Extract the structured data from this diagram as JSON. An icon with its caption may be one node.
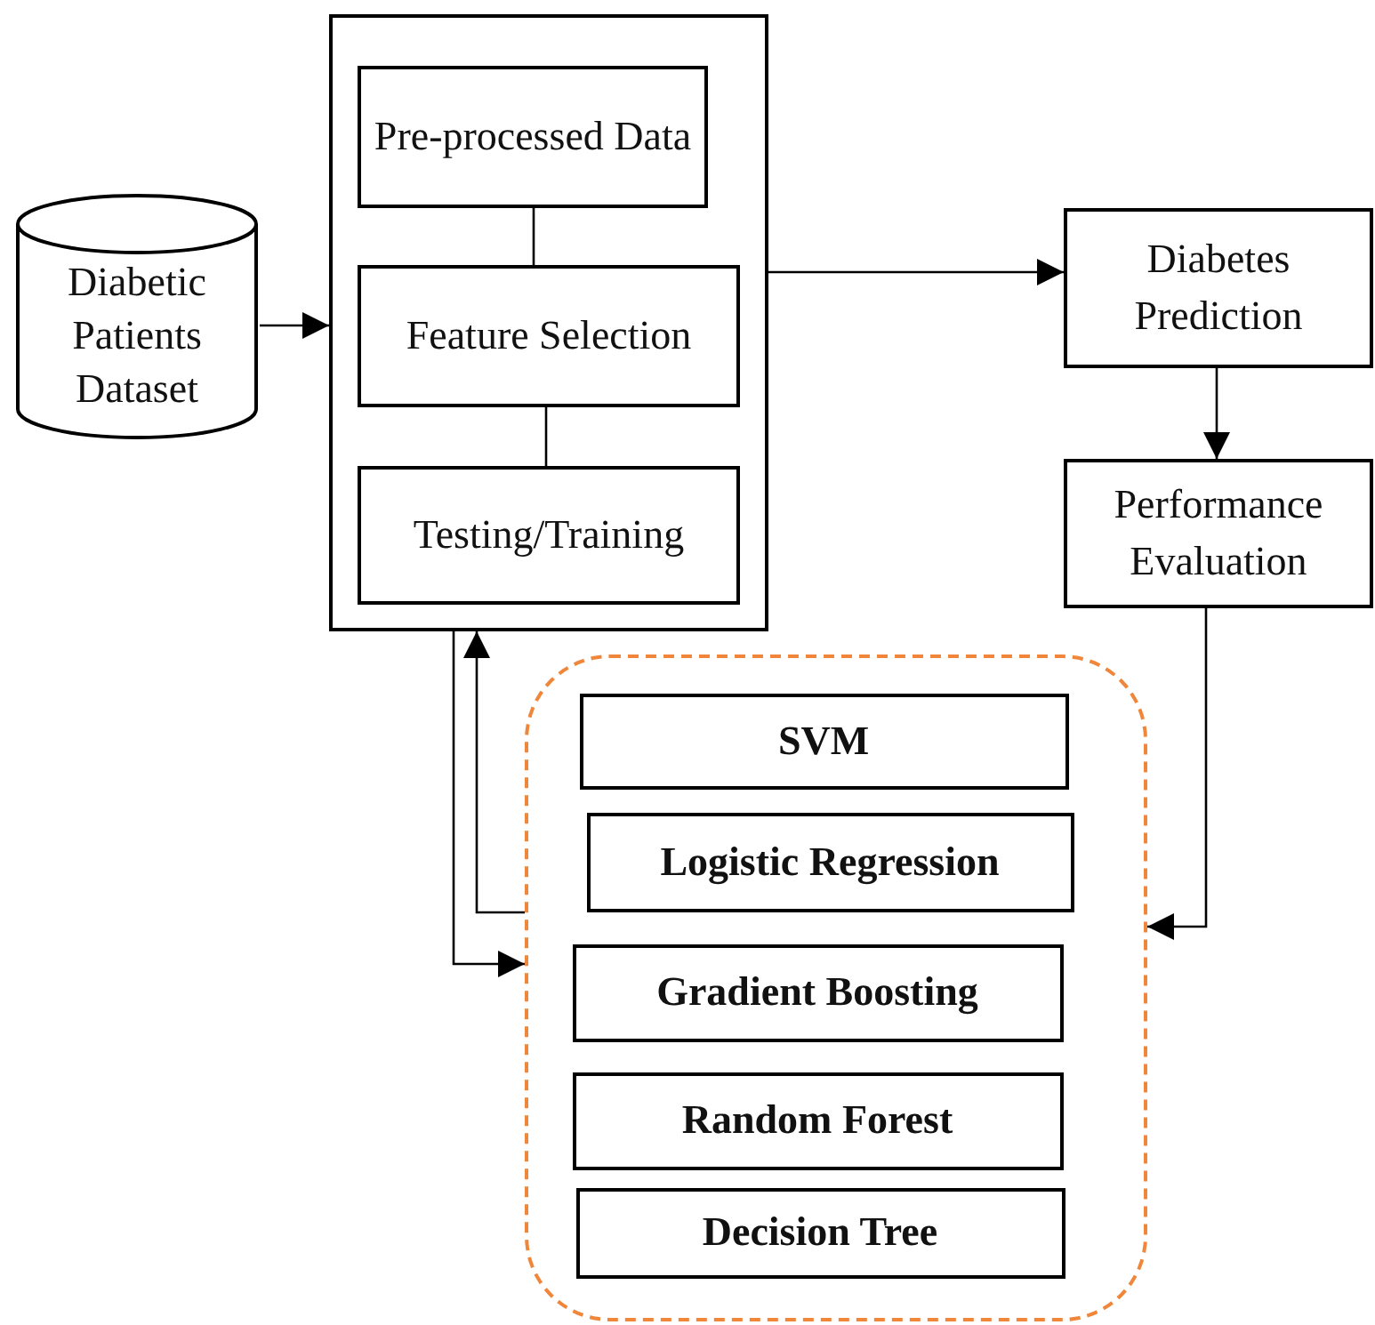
{
  "diagram": {
    "nodes": [
      {
        "text": [
          "Diabetic Patients Dataset"
        ]
      },
      {
        "text": [],
        "shape": "box"
      },
      {
        "text": [
          "Pre-processed Data"
        ],
        "in": 1
      },
      {
        "text": [
          "Feature Selection"
        ],
        "in": 1
      },
      {
        "text": [
          "Testing/Training"
        ],
        "in": 1
      },
      {
        "text": [
          "Diabetes Prediction"
        ]
      },
      {
        "text": [
          "Performance Evaluation"
        ]
      },
      {
        "text": [],
        "shape": "box"
      },
      {
        "text": [
          "SVM"
        ],
        "in": 7
      },
      {
        "text": [
          "Logistic Regression"
        ],
        "in": 7
      },
      {
        "text": [
          "Gradient Boosting"
        ],
        "in": 7
      },
      {
        "text": [
          "Random Forest"
        ],
        "in": 7
      },
      {
        "text": [
          "Decision Tree"
        ],
        "in": 7
      }
    ],
    "edges": [
      {
        "from": 0,
        "to": 1,
        "arrow": "to"
      },
      {
        "from": 2,
        "to": 3,
        "arrow": "none"
      },
      {
        "from": 3,
        "to": 4,
        "arrow": "none"
      },
      {
        "from": 1,
        "to": 5,
        "arrow": "to"
      },
      {
        "from": 5,
        "to": 6,
        "arrow": "to"
      },
      {
        "from": 6,
        "to": 7,
        "arrow": "to"
      },
      {
        "from": 1,
        "to": 7,
        "arrow": "to"
      },
      {
        "from": 7,
        "to": 1,
        "arrow": "to"
      }
    ]
  }
}
